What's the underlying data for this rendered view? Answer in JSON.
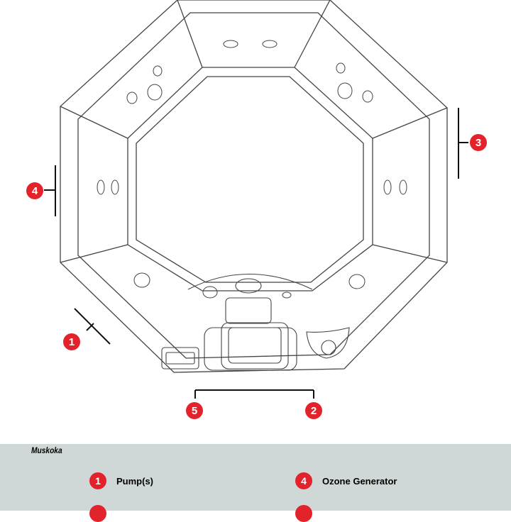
{
  "callouts": [
    {
      "num": "1"
    },
    {
      "num": "2"
    },
    {
      "num": "3"
    },
    {
      "num": "4"
    },
    {
      "num": "5"
    }
  ],
  "legend": {
    "model": "Muskoka",
    "items": [
      {
        "num": "1",
        "label": "Pump(s)"
      },
      {
        "num": "4",
        "label": "Ozone Generator"
      }
    ]
  },
  "colors": {
    "accent": "#e3232b",
    "legend_bg": "#cfd8d6"
  }
}
